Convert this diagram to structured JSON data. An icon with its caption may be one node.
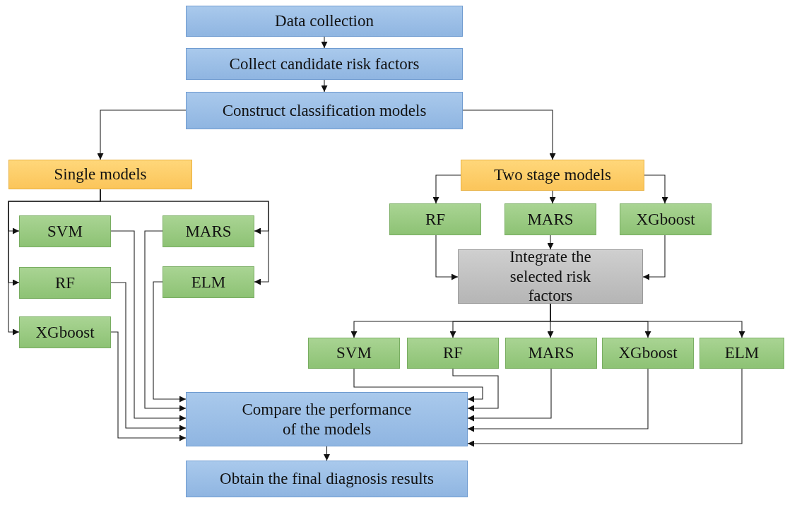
{
  "diagram": {
    "nodes": [
      {
        "text": [
          "Data collection"
        ]
      },
      {
        "text": [
          "Collect candidate risk factors"
        ]
      },
      {
        "text": [
          "Construct classification models"
        ]
      },
      {
        "text": [
          "Single models"
        ]
      },
      {
        "text": [
          "Two stage models"
        ]
      },
      {
        "text": [
          "SVM"
        ]
      },
      {
        "text": [
          "MARS"
        ]
      },
      {
        "text": [
          "RF"
        ]
      },
      {
        "text": [
          "ELM"
        ]
      },
      {
        "text": [
          "XGboost"
        ]
      },
      {
        "text": [
          "RF"
        ]
      },
      {
        "text": [
          "MARS"
        ]
      },
      {
        "text": [
          "XGboost"
        ]
      },
      {
        "text": [
          "Integrate the selected risk factors"
        ]
      },
      {
        "text": [
          "SVM"
        ]
      },
      {
        "text": [
          "RF"
        ]
      },
      {
        "text": [
          "MARS"
        ]
      },
      {
        "text": [
          "XGboost"
        ]
      },
      {
        "text": [
          "ELM"
        ]
      },
      {
        "text": [
          "Compare the performance of the models"
        ]
      },
      {
        "text": [
          "Obtain the final diagnosis results"
        ]
      }
    ],
    "edges": [
      {
        "from": 0,
        "to": 1,
        "arrow": "to"
      },
      {
        "from": 1,
        "to": 2,
        "arrow": "to"
      },
      {
        "from": 2,
        "to": 3,
        "arrow": "to"
      },
      {
        "from": 2,
        "to": 4,
        "arrow": "to"
      },
      {
        "from": 3,
        "to": 5,
        "arrow": "to"
      },
      {
        "from": 3,
        "to": 7,
        "arrow": "to"
      },
      {
        "from": 3,
        "to": 9,
        "arrow": "to"
      },
      {
        "from": 3,
        "to": 6,
        "arrow": "to"
      },
      {
        "from": 3,
        "to": 8,
        "arrow": "to"
      },
      {
        "from": 4,
        "to": 10,
        "arrow": "to"
      },
      {
        "from": 4,
        "to": 11,
        "arrow": "to"
      },
      {
        "from": 4,
        "to": 12,
        "arrow": "to"
      },
      {
        "from": 10,
        "to": 13,
        "arrow": "to"
      },
      {
        "from": 11,
        "to": 13,
        "arrow": "to"
      },
      {
        "from": 12,
        "to": 13,
        "arrow": "to"
      },
      {
        "from": 13,
        "to": 14,
        "arrow": "to"
      },
      {
        "from": 13,
        "to": 15,
        "arrow": "to"
      },
      {
        "from": 13,
        "to": 16,
        "arrow": "to"
      },
      {
        "from": 13,
        "to": 17,
        "arrow": "to"
      },
      {
        "from": 13,
        "to": 18,
        "arrow": "to"
      },
      {
        "from": 5,
        "to": 19,
        "arrow": "to"
      },
      {
        "from": 6,
        "to": 19,
        "arrow": "to"
      },
      {
        "from": 7,
        "to": 19,
        "arrow": "to"
      },
      {
        "from": 8,
        "to": 19,
        "arrow": "to"
      },
      {
        "from": 9,
        "to": 19,
        "arrow": "to"
      },
      {
        "from": 14,
        "to": 19,
        "arrow": "to"
      },
      {
        "from": 15,
        "to": 19,
        "arrow": "to"
      },
      {
        "from": 16,
        "to": 19,
        "arrow": "to"
      },
      {
        "from": 17,
        "to": 19,
        "arrow": "to"
      },
      {
        "from": 18,
        "to": 19,
        "arrow": "to"
      },
      {
        "from": 19,
        "to": 20,
        "arrow": "to"
      }
    ]
  }
}
